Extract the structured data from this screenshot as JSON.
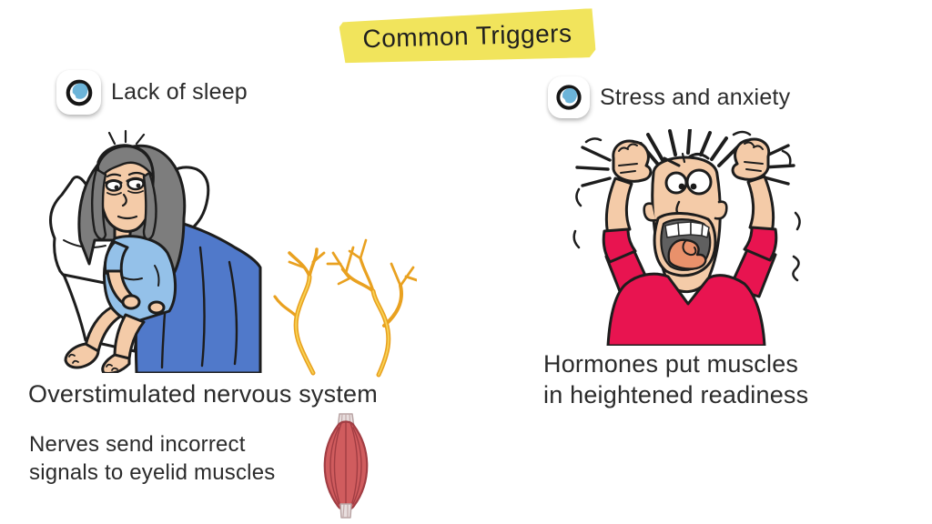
{
  "title": {
    "text": "Common Triggers"
  },
  "sections": {
    "left": {
      "bullet_label": "Lack of sleep",
      "caption_primary": "Overstimulated nervous system",
      "caption_secondary_line1": "Nerves send incorrect",
      "caption_secondary_line2": "signals to eyelid muscles"
    },
    "right": {
      "bullet_label": "Stress and anxiety",
      "caption_line1": "Hormones put muscles",
      "caption_line2": "in heightened readiness"
    }
  },
  "icons": {
    "bullet_icon": "eye-icon"
  },
  "illustrations": {
    "left_main": "tired-woman-sitting-on-bed",
    "left_nerves": "nerve-fibers",
    "left_muscle": "eyelid-muscle",
    "right_main": "stressed-man-pulling-hair"
  },
  "colors": {
    "paper": "#ffffff",
    "highlight": "#f1e45c",
    "ink": "#2b2b2b",
    "outline": "#1d1d1d",
    "iris": "#6cb4d9",
    "skin": "#f4cba8",
    "hair": "#7d7d7d",
    "gown": "#94c1e9",
    "blanket": "#5079ca",
    "nerve": "#e9a120",
    "nerve-light": "#f8d355",
    "muscle": "#d05c5e",
    "muscle-dark": "#a13d43",
    "tendon": "#e8dede",
    "shirt": "#e81450",
    "mouth-dark": "#606060",
    "tongue": "#e9916b"
  }
}
